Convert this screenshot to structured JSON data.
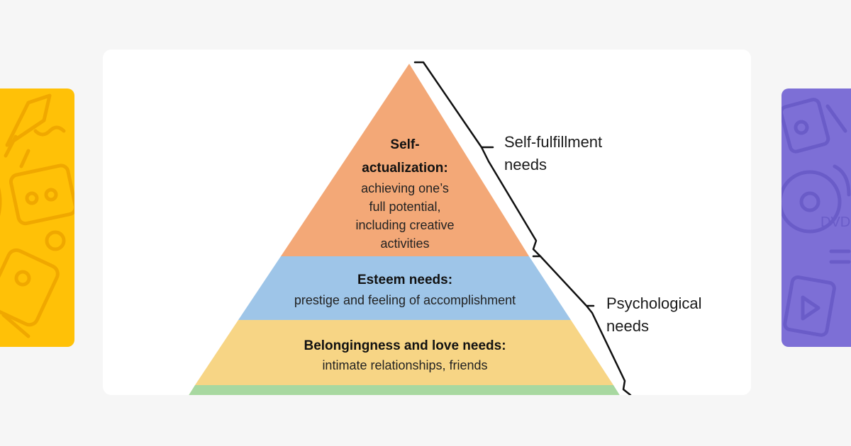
{
  "colors": {
    "page_bg": "#f6f6f6",
    "card_bg": "#ffffff",
    "left_card": "#ffc107",
    "right_card": "#7d6fd6",
    "self_actualization": "#f3a877",
    "esteem": "#9ec5e8",
    "belonging": "#f7d585",
    "bottom_tier": "#a8d8a0"
  },
  "left_card": {
    "icons": [
      "rocket-icon",
      "cassette-icon",
      "ticket-icon"
    ]
  },
  "right_card": {
    "icons": [
      "image-icon",
      "dvd-icon",
      "video-icon"
    ],
    "dvd_text": "DVD"
  },
  "pyramid": {
    "self_actualization": {
      "title_line1": "Self-",
      "title_line2": "actualization:",
      "desc_line1": "achieving one’s",
      "desc_line2": "full potential,",
      "desc_line3": "including creative",
      "desc_line4": "activities"
    },
    "esteem": {
      "title": "Esteem needs:",
      "desc": "prestige and feeling of accomplishment"
    },
    "belonging": {
      "title": "Belongingness and love needs:",
      "desc": "intimate relationships, friends"
    }
  },
  "groups": {
    "self_fulfillment": {
      "line1": "Self-fulfillment",
      "line2": "needs"
    },
    "psychological": {
      "line1": "Psychological",
      "line2": "needs"
    }
  }
}
